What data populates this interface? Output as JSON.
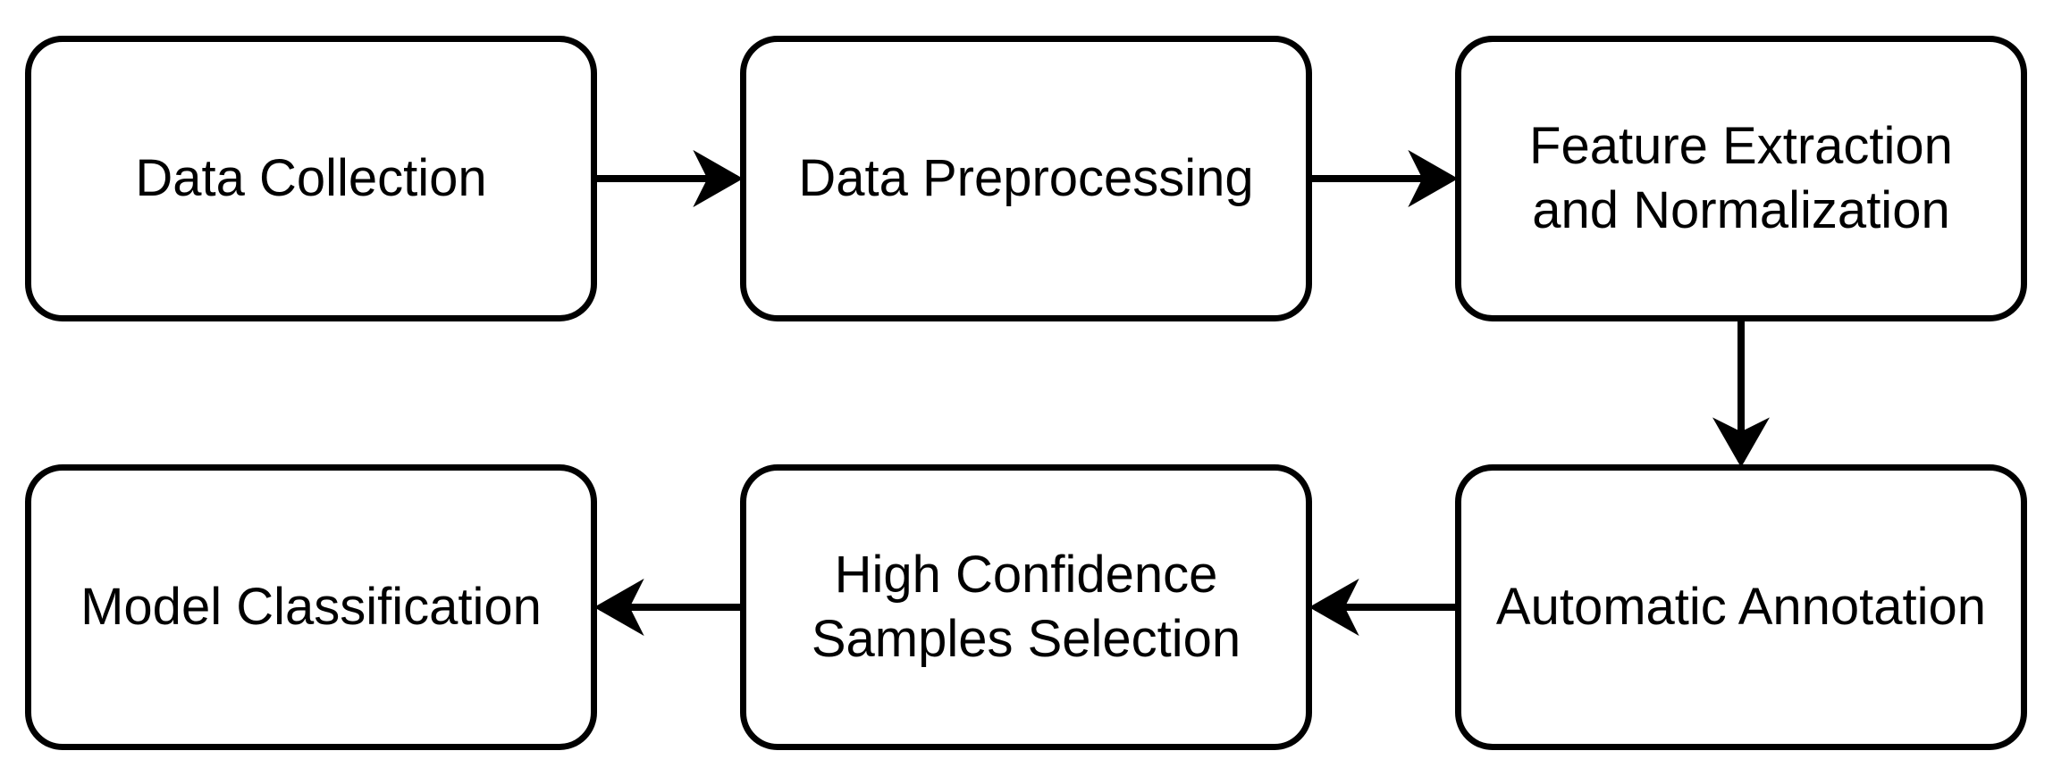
{
  "diagram": {
    "nodes": [
      {
        "id": "data-collection",
        "label": "Data Collection"
      },
      {
        "id": "data-preprocessing",
        "label": "Data Preprocessing"
      },
      {
        "id": "feature-extraction",
        "label": "Feature Extraction\nand Normalization"
      },
      {
        "id": "automatic-annotation",
        "label": "Automatic Annotation"
      },
      {
        "id": "high-confidence",
        "label": "High Confidence\nSamples Selection"
      },
      {
        "id": "model-classification",
        "label": "Model Classification"
      }
    ],
    "edges": [
      {
        "from": "data-collection",
        "to": "data-preprocessing"
      },
      {
        "from": "data-preprocessing",
        "to": "feature-extraction"
      },
      {
        "from": "feature-extraction",
        "to": "automatic-annotation"
      },
      {
        "from": "automatic-annotation",
        "to": "high-confidence"
      },
      {
        "from": "high-confidence",
        "to": "model-classification"
      }
    ],
    "colors": {
      "stroke": "#000000",
      "background": "#ffffff"
    }
  }
}
